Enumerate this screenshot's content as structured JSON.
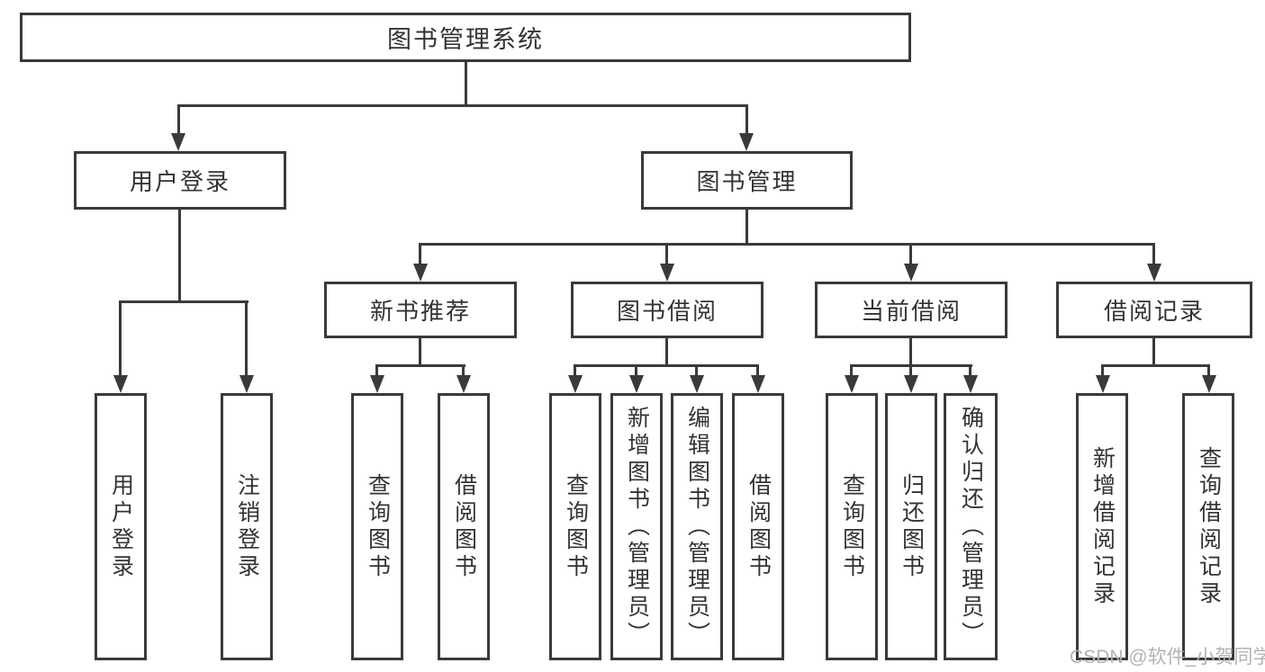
{
  "colors": {
    "line": "#3a3a3a",
    "text": "#333333",
    "watermark": "#b3b3b3",
    "bg": "#ffffff"
  },
  "nodes": {
    "root": "图书管理系统",
    "user_login": "用户登录",
    "book_mgmt": "图书管理",
    "new_book_rec": "新书推荐",
    "book_borrow": "图书借阅",
    "current_borrow": "当前借阅",
    "borrow_records": "借阅记录",
    "ul_user_login": "用户登录",
    "ul_logout": "注销登录",
    "nbr_query_books": "查询图书",
    "nbr_borrow_books": "借阅图书",
    "bb_query_books": "查询图书",
    "bb_add_books": "新增图书（管理员）",
    "bb_edit_books": "编辑图书（管理员）",
    "bb_borrow_books": "借阅图书",
    "cb_query_books": "查询图书",
    "cb_return_books": "归还图书",
    "cb_confirm_return": "确认归还（管理员）",
    "br_add_record": "新增借阅记录",
    "br_query_record": "查询借阅记录"
  },
  "watermark": {
    "text": "CSDN @软件_小贺同学"
  }
}
